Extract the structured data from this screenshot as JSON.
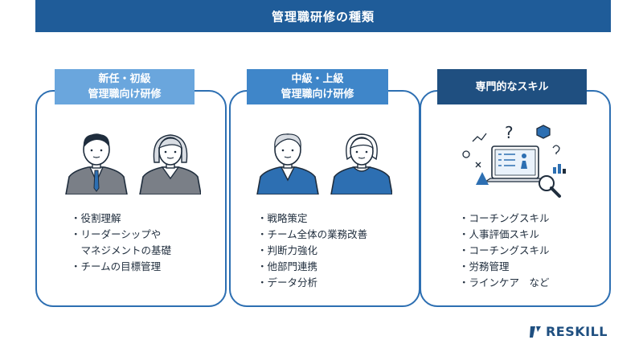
{
  "title": "管理職研修の種類",
  "columns": [
    {
      "label_lines": [
        "新任・初級",
        "管理職向け研修"
      ],
      "bullets": [
        "・役割理解",
        "・リーダーシップや",
        "　マネジメントの基礎",
        "・チームの目標管理"
      ],
      "illustration": "man-and-woman-avatars-icon"
    },
    {
      "label_lines": [
        "中級・上級",
        "管理職向け研修"
      ],
      "bullets": [
        "・戦略策定",
        "・チーム全体の業務改善",
        "・判断力強化",
        "・他部門連携",
        "・データ分析"
      ],
      "illustration": "man-and-woman-avatars-icon"
    },
    {
      "label_lines": [
        "専門的なスキル"
      ],
      "bullets": [
        "・コーチングスキル",
        "・人事評価スキル",
        "・コーチングスキル",
        "・労務管理",
        "・ラインケア　など"
      ],
      "illustration": "laptop-skills-magnifier-icon"
    }
  ],
  "logo": {
    "text": "RESKILL"
  },
  "colors": {
    "title_bar": "#1f5c99",
    "label1": "#6aa6dd",
    "label2": "#3f86c9",
    "label3": "#1f4f80",
    "border": "#2d6fb2"
  }
}
